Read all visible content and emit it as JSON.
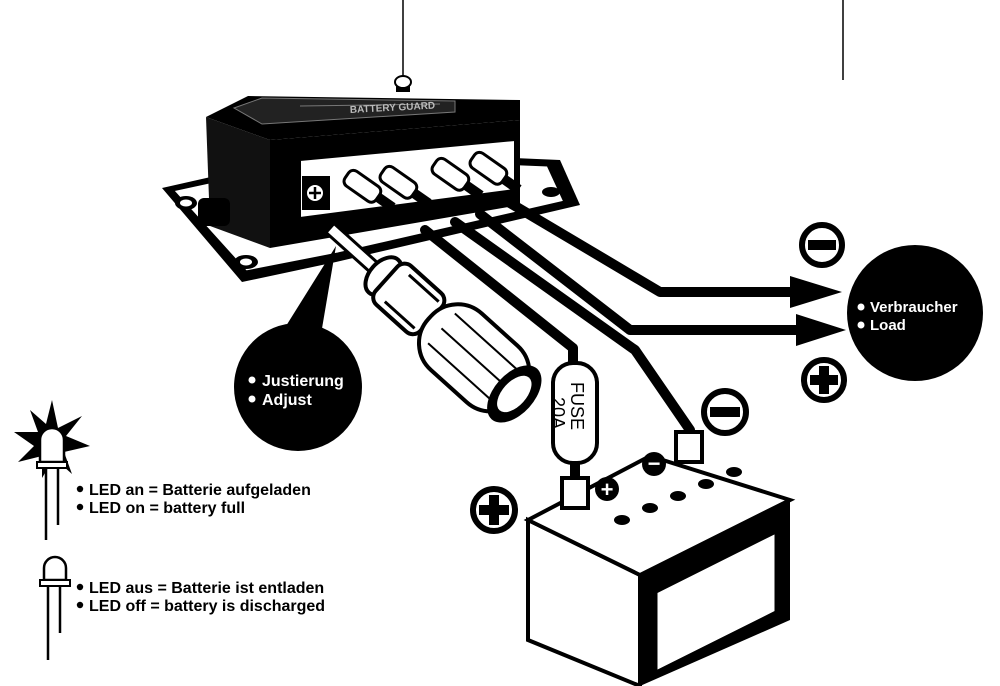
{
  "colors": {
    "ink": "#000000",
    "paper": "#ffffff",
    "shade": "#8a8a8a"
  },
  "icons": {
    "minus": "minus-circle-icon",
    "plus": "plus-circle-icon",
    "led_on": "led-lit-icon",
    "led_off": "led-unlit-icon"
  },
  "device": {
    "brand_label": "BATTERY GUARD"
  },
  "adjust_callout": {
    "line1": "Justierung",
    "line2": "Adjust"
  },
  "load_callout": {
    "line1": "Verbraucher",
    "line2": "Load"
  },
  "fuse": {
    "line1": "FUSE",
    "line2": "20A"
  },
  "legend": {
    "on_line1": "LED an = Batterie aufgeladen",
    "on_line2": "LED on = battery full",
    "off_line1": "LED aus = Batterie ist entladen",
    "off_line2": "LED off = battery is discharged"
  },
  "polarity": {
    "minus": "−",
    "plus": "+"
  }
}
